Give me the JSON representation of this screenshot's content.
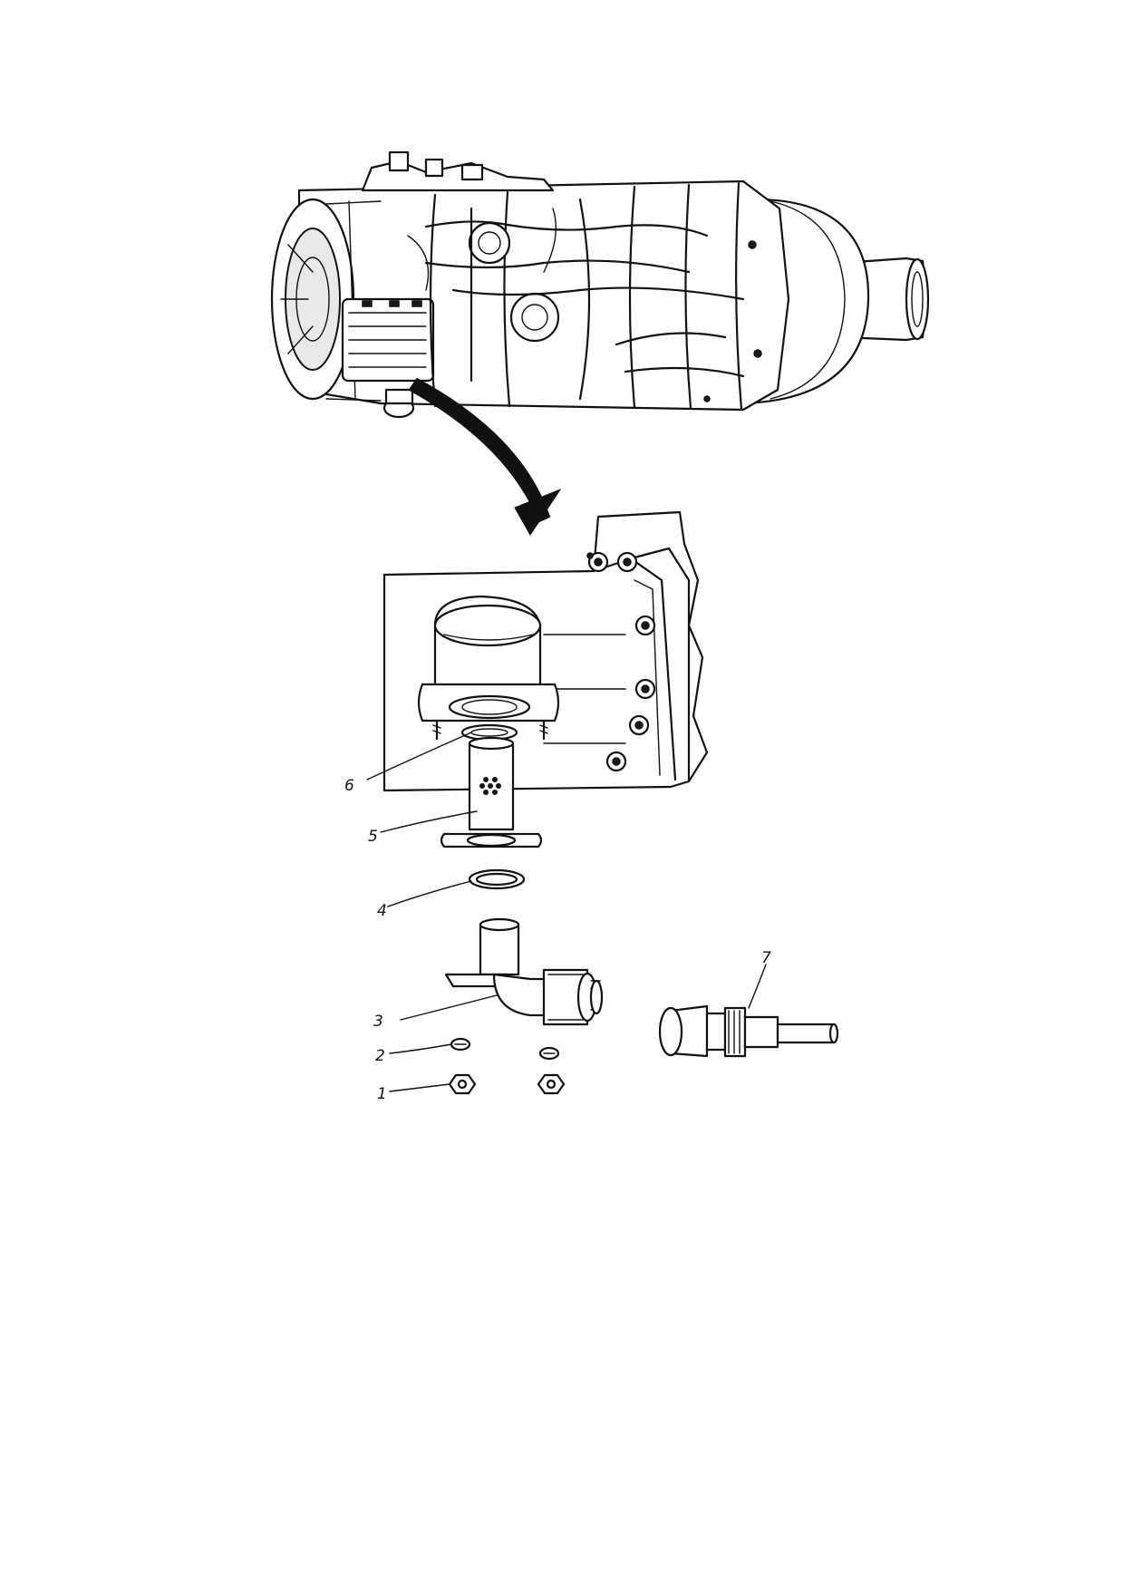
{
  "callouts": [
    {
      "id": "6",
      "label": "6"
    },
    {
      "id": "5",
      "label": "5"
    },
    {
      "id": "4",
      "label": "4"
    },
    {
      "id": "3",
      "label": "3"
    },
    {
      "id": "2",
      "label": "2"
    },
    {
      "id": "1",
      "label": "1"
    },
    {
      "id": "7",
      "label": "7"
    }
  ]
}
